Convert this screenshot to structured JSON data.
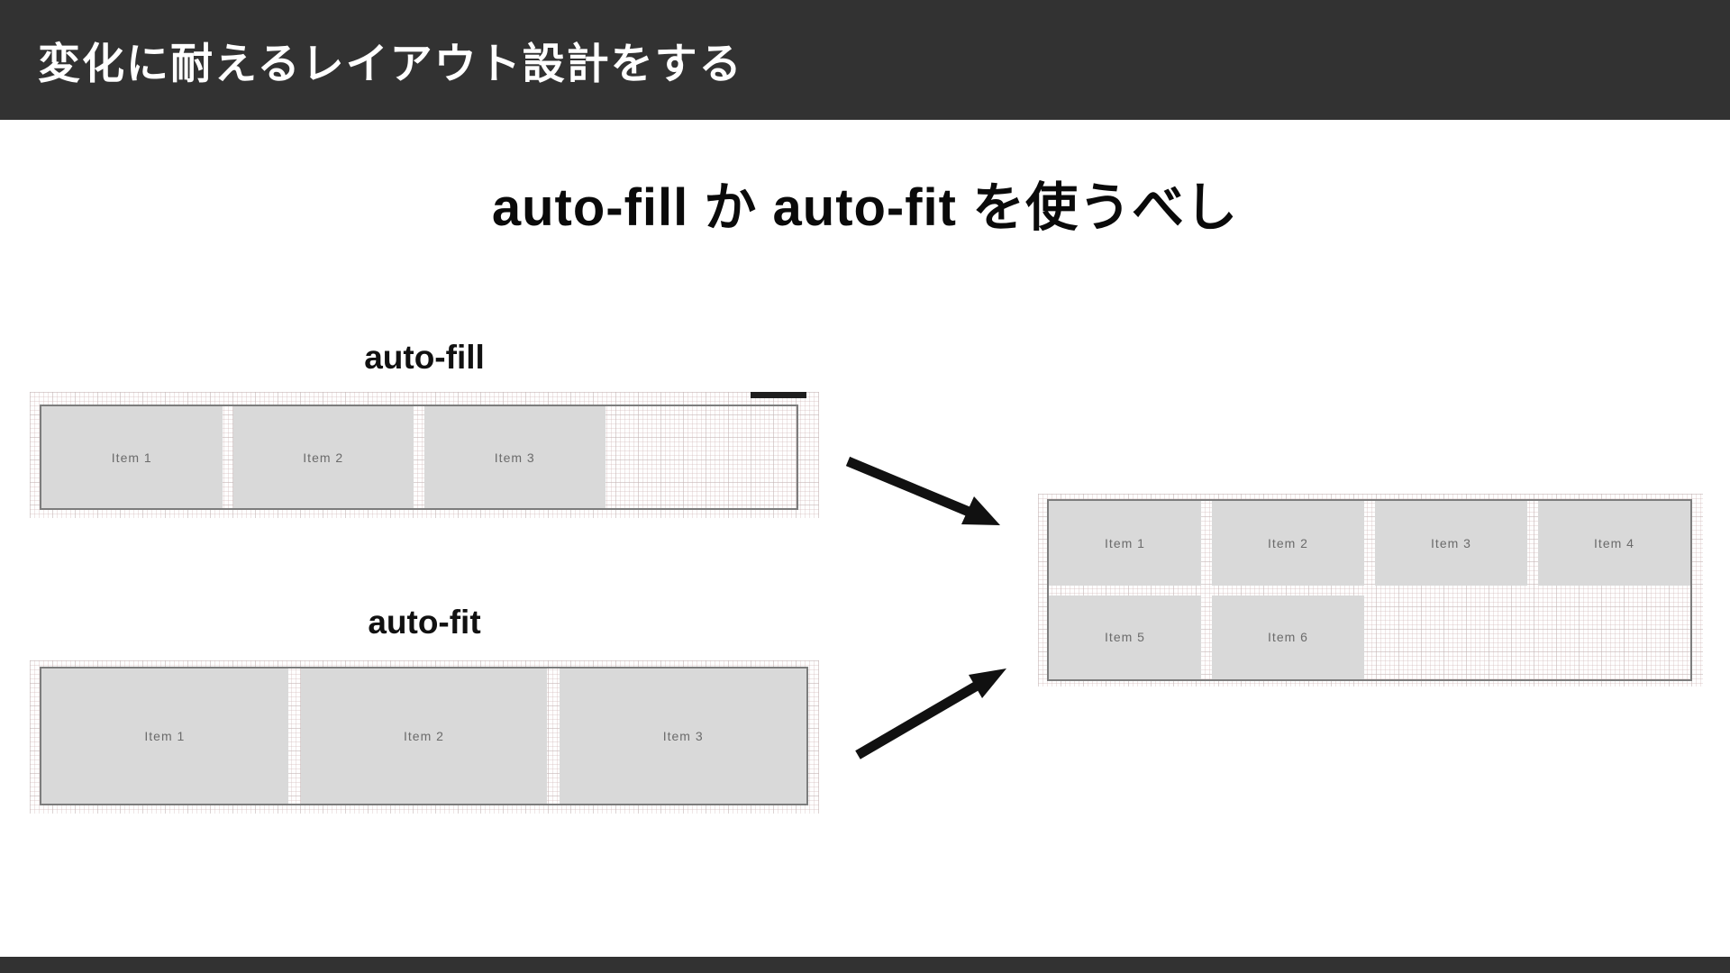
{
  "slide": {
    "header": {
      "title": "変化に耐えるレイアウト設計をする"
    },
    "title": "auto-fill か auto-fit を使うべし",
    "autofill_demo": {
      "label": "auto-fill",
      "items": [
        "Item 1",
        "Item 2",
        "Item 3"
      ],
      "columns": 4,
      "empty_trailing_columns": 1
    },
    "autofit_demo": {
      "label": "auto-fit",
      "items": [
        "Item 1",
        "Item 2",
        "Item 3"
      ],
      "columns": 3,
      "empty_trailing_columns": 0
    },
    "result_demo": {
      "items": [
        "Item 1",
        "Item 2",
        "Item 3",
        "Item 4",
        "Item 5",
        "Item 6"
      ],
      "columns": 4,
      "rows": 2,
      "empty_trailing_columns": 2
    },
    "colors": {
      "bar_background": "#323232",
      "bar_text": "#ffffff",
      "title_text": "#0a0a0a",
      "item_background": "#d9d9d9",
      "item_text": "#6b6b6b",
      "frame_border": "#7d7d7d",
      "arrow": "#111111",
      "paper_background": "#fefefe"
    }
  }
}
